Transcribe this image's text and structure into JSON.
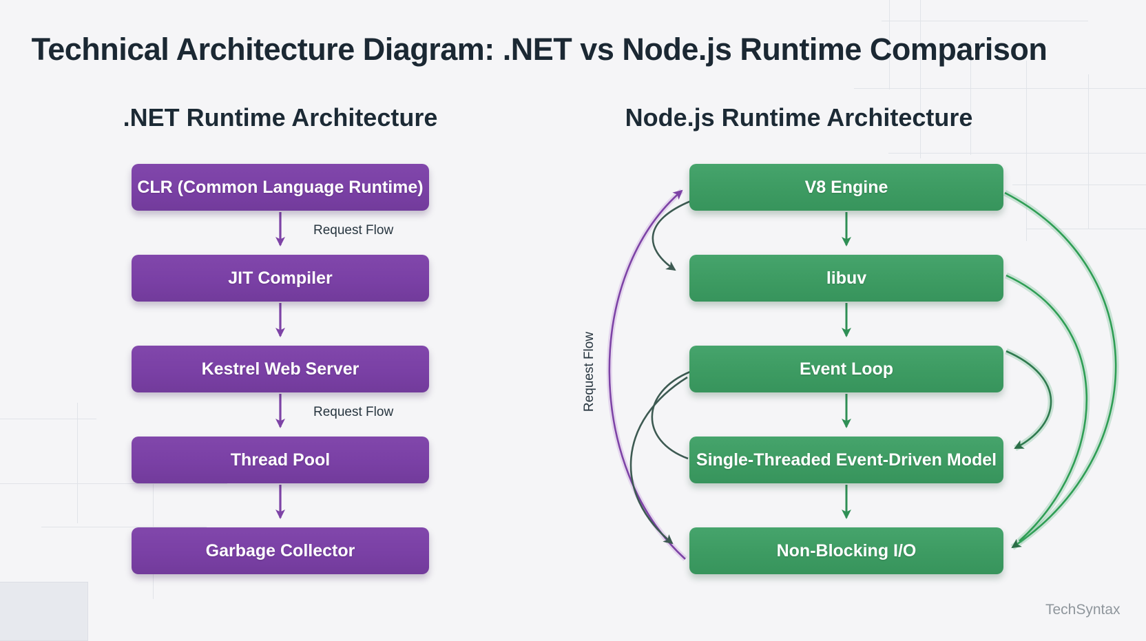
{
  "title": "Technical Architecture Diagram: .NET vs Node.js Runtime Comparison",
  "watermark": "TechSyntax",
  "dotnet": {
    "heading": ".NET Runtime Architecture",
    "boxes": [
      "CLR (Common Language Runtime)",
      "JIT Compiler",
      "Kestrel Web Server",
      "Thread Pool",
      "Garbage Collector"
    ],
    "flow_label_1": "Request Flow",
    "flow_label_2": "Request Flow"
  },
  "nodejs": {
    "heading": "Node.js Runtime Architecture",
    "boxes": [
      "V8 Engine",
      "libuv",
      "Event Loop",
      "Single-Threaded Event-Driven Model",
      "Non-Blocking I/O"
    ],
    "side_flow_label": "Request Flow"
  },
  "colors": {
    "background": "#f5f5f7",
    "heading_text": "#1c2a35",
    "dotnet_box_fill": "#7a40a5",
    "nodejs_box_fill": "#3d9b62",
    "box_text": "#ffffff",
    "dotnet_arrow": "#7d43a6",
    "nodejs_arrow": "#2f8f55",
    "teal_curve": "#3d5a52",
    "green_curve": "#2e9e54",
    "flow_label_text": "#27353f",
    "watermark_text": "#8f969c"
  }
}
